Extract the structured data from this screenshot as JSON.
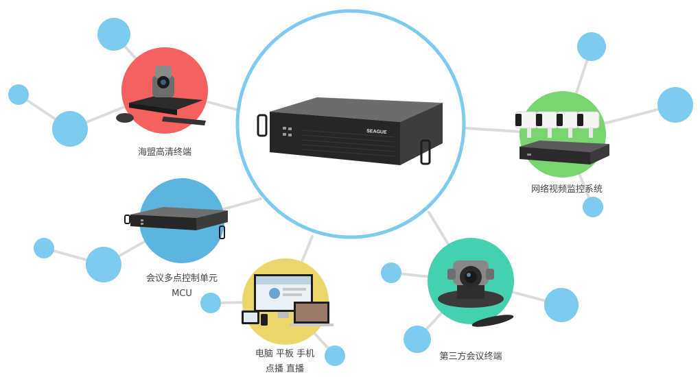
{
  "colors": {
    "connector": "#dcdcdc",
    "bubble": "#7dcbee",
    "hub_ring": "#7ecbef",
    "red": "#f4615f",
    "blue": "#5db4df",
    "yellow": "#ead66a",
    "teal": "#45d1af",
    "green": "#79d56f",
    "device_dark": "#2e2e2e",
    "text": "#444444"
  },
  "nodes": {
    "hd_terminal": {
      "label": "海盟高清终端",
      "color": "red",
      "icon": "ptz-camera-codec-icon"
    },
    "mcu": {
      "line1": "会议多点控制单元",
      "line2": "MCU",
      "color": "blue",
      "icon": "mcu-rack-server-icon"
    },
    "devices": {
      "line1": "电脑 平板 手机",
      "line2": "点播 直播",
      "color": "yellow",
      "icon": "multi-device-screens-icon"
    },
    "third_party": {
      "label": "第三方会议终端",
      "color": "teal",
      "icon": "conference-camera-icon"
    },
    "surveillance": {
      "label": "网络视频监控系统",
      "color": "green",
      "icon": "cctv-nvr-icon"
    }
  },
  "hub": {
    "device_brand": "SEAGUE",
    "icon": "rack-server-icon"
  }
}
